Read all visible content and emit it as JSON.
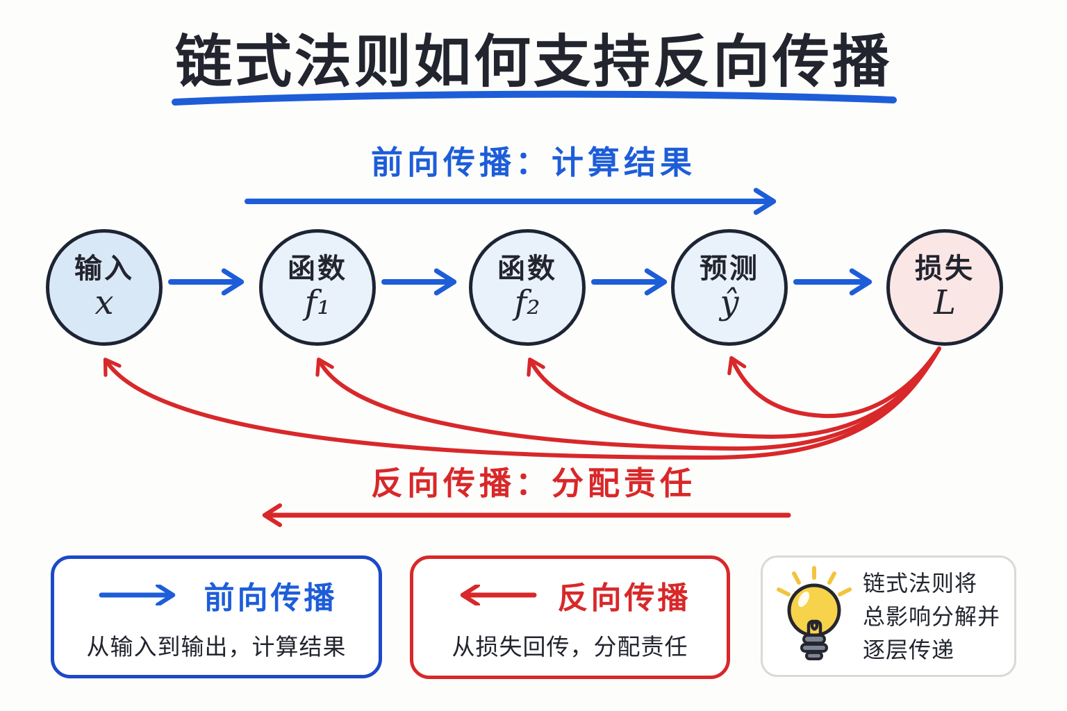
{
  "title": {
    "text": "链式法则如何支持反向传播"
  },
  "forward_flow": {
    "label": "前向传播：计算结果"
  },
  "backward_flow": {
    "label": "反向传播：分配责任"
  },
  "nodes": [
    {
      "label": "输入",
      "symbol": "x"
    },
    {
      "label": "函数",
      "symbol": "f₁"
    },
    {
      "label": "函数",
      "symbol": "f₂"
    },
    {
      "label": "预测",
      "symbol": "ŷ"
    },
    {
      "label": "损失",
      "symbol": "L"
    }
  ],
  "legend": {
    "forward": {
      "title": "前向传播",
      "desc": "从输入到输出，计算结果"
    },
    "backward": {
      "title": "反向传播",
      "desc": "从损失回传，分配责任"
    },
    "tip": {
      "icon": "lightbulb-icon",
      "lines": [
        "链式法则将",
        "总影响分解并",
        "逐层传递"
      ]
    }
  },
  "colors": {
    "blue": "#1d5dd8",
    "blue_dark": "#1c49c8",
    "red": "#d8282a",
    "ink": "#22242e",
    "node_border": "#1d2433",
    "node_fill_blue": "#d9e8f7",
    "node_fill_light": "#e9f1fb",
    "node_fill_pink": "#fbe6e6",
    "box_gray_border": "#d9d9d9",
    "bulb_yellow": "#f7d34b",
    "ray_yellow": "#f2c43d",
    "bulb_base_gray": "#7c8595",
    "background": "#fdfdfc"
  }
}
